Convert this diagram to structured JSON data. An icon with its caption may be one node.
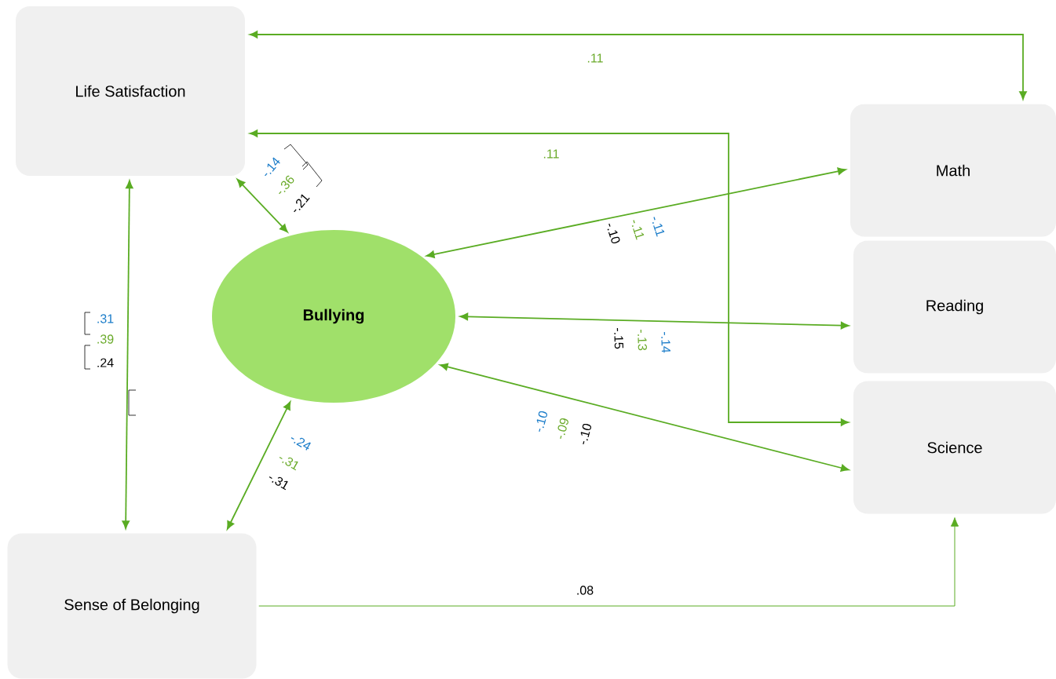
{
  "diagram": {
    "nodes": [
      {
        "text": [
          "Life Satisfaction"
        ]
      },
      {
        "text": [
          "Math"
        ]
      },
      {
        "text": [
          "Bullying"
        ]
      },
      {
        "text": [
          "Reading"
        ]
      },
      {
        "text": [
          "Science"
        ]
      },
      {
        "text": [
          "Sense of Belonging"
        ]
      }
    ],
    "edges": [
      {
        "from": 0,
        "to": 1,
        "arrow": "both",
        "label": ".11"
      },
      {
        "from": 0,
        "to": 4,
        "arrow": "both",
        "label": ".11"
      },
      {
        "from": 0,
        "to": 2,
        "arrow": "both"
      },
      {
        "from": 0,
        "to": 5,
        "arrow": "both"
      },
      {
        "from": 2,
        "to": 1,
        "arrow": "both"
      },
      {
        "from": 2,
        "to": 3,
        "arrow": "both"
      },
      {
        "from": 2,
        "to": 4,
        "arrow": "both"
      },
      {
        "from": 5,
        "to": 2,
        "arrow": "both"
      },
      {
        "from": 5,
        "to": 4,
        "arrow": "to",
        "label": ".08"
      }
    ],
    "labels": [
      "-.14",
      "-.36",
      "-.21",
      "-.11",
      "-.11",
      "-.10",
      ".31",
      ".39",
      ".24",
      "-.14",
      "-.13",
      "-.15",
      "-.10",
      "-.09",
      "-.10",
      "-.24",
      "-.31",
      "-.31"
    ]
  }
}
